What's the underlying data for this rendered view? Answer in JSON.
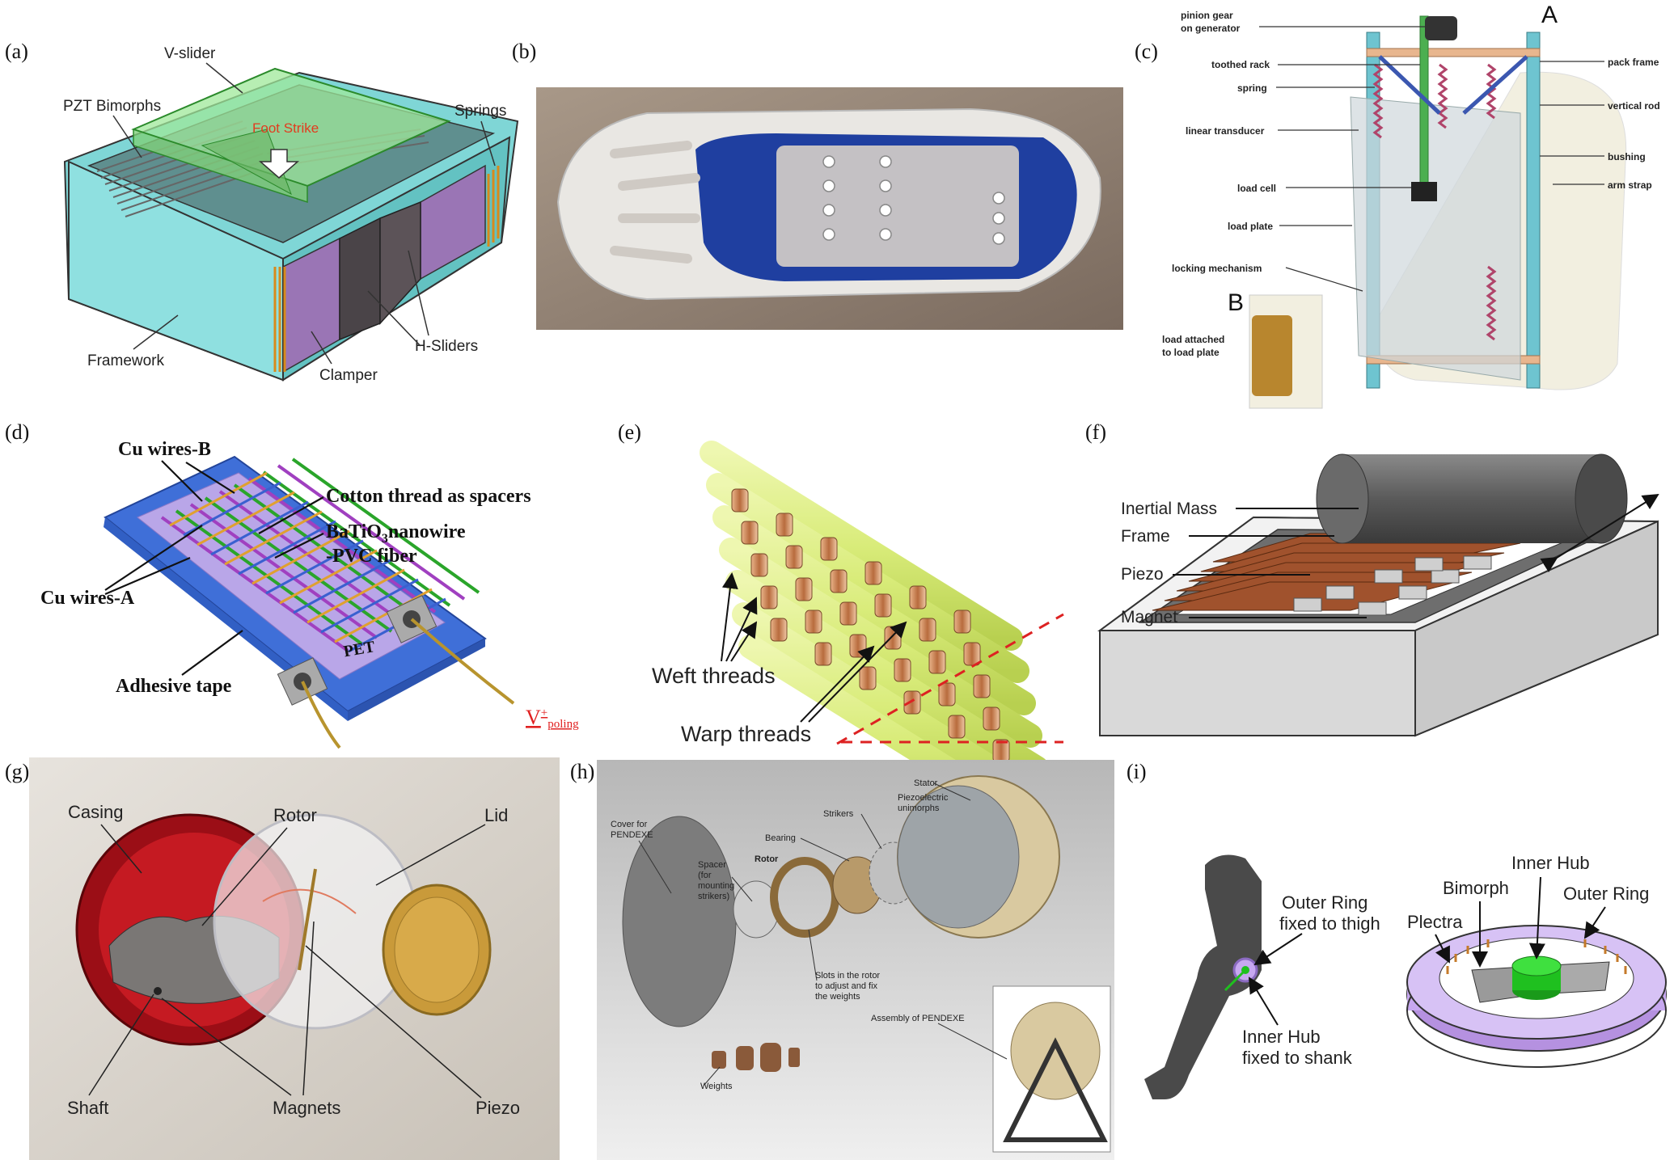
{
  "panels": {
    "a": {
      "letter": "(a)",
      "labels": {
        "v_slider": "V-slider",
        "pzt_bimorphs": "PZT Bimorphs",
        "foot_strike": "Foot Strike",
        "springs": "Springs",
        "framework": "Framework",
        "clamper": "Clamper",
        "h_sliders": "H-Sliders"
      }
    },
    "b": {
      "letter": "(b)"
    },
    "c": {
      "letter": "(c)",
      "labels": {
        "A": "A",
        "B": "B",
        "pinion_gear_1": "pinion gear",
        "pinion_gear_2": "on generator",
        "toothed_rack": "toothed rack",
        "spring": "spring",
        "linear_transducer": "linear transducer",
        "load_cell": "load cell",
        "load_plate": "load plate",
        "locking_mechanism": "locking mechanism",
        "load_attached_1": "load attached",
        "load_attached_2": "to load plate",
        "pack_frame": "pack frame",
        "vertical_rod": "vertical rod",
        "bushing": "bushing",
        "arm_strap": "arm strap"
      }
    },
    "d": {
      "letter": "(d)",
      "labels": {
        "cu_wires_b": "Cu wires-B",
        "cotton_thread": "Cotton thread as spacers",
        "batio3_1": "BaTiO",
        "batio3_sub": "3",
        "batio3_2": "nanowire",
        "pvc_fiber": "-PVC fiber",
        "cu_wires_a": "Cu wires-A",
        "pet": "PET",
        "adhesive_tape": "Adhesive tape",
        "v_poling_v": "V",
        "v_poling_sup": "+",
        "v_poling_sub": "poling"
      }
    },
    "e": {
      "letter": "(e)",
      "labels": {
        "weft": "Weft threads",
        "warp": "Warp threads"
      }
    },
    "f": {
      "letter": "(f)",
      "labels": {
        "inertial_mass": "Inertial Mass",
        "frame": "Frame",
        "piezo": "Piezo",
        "magnet": "Magnet"
      }
    },
    "g": {
      "letter": "(g)",
      "labels": {
        "casing": "Casing",
        "rotor": "Rotor",
        "lid": "Lid",
        "shaft": "Shaft",
        "magnets": "Magnets",
        "piezo": "Piezo"
      }
    },
    "h": {
      "letter": "(h)",
      "labels": {
        "stator": "Stator",
        "piezo_unimorphs_1": "Piezoelectric",
        "piezo_unimorphs_2": "unimorphs",
        "strikers": "Strikers",
        "bearing": "Bearing",
        "cover_1": "Cover for",
        "cover_2": "PENDEXE",
        "spacer_1": "Spacer",
        "spacer_2": "(for",
        "spacer_3": "mounting",
        "spacer_4": "strikers)",
        "rotor": "Rotor",
        "slots_1": "Slots in the rotor",
        "slots_2": "to adjust and fix",
        "slots_3": "the weights",
        "assembly": "Assembly of PENDEXE",
        "weights": "Weights"
      }
    },
    "i": {
      "letter": "(i)",
      "labels": {
        "outer_ring_thigh_1": "Outer Ring",
        "outer_ring_thigh_2": "fixed to thigh",
        "inner_hub_shank_1": "Inner Hub",
        "inner_hub_shank_2": "fixed to shank",
        "inner_hub": "Inner Hub",
        "bimorph": "Bimorph",
        "outer_ring": "Outer Ring",
        "plectra": "Plectra"
      }
    }
  },
  "colors": {
    "framework_cyan": "#7fd6d6",
    "slider_green": "#9fe89a",
    "foot_strike_red": "#e23b1e",
    "shoe_insole_blue": "#1f3fa0",
    "batio3_pet_blue": "#3f6fd8",
    "warp_yellow": "#d9ec7a",
    "copper": "#b86b3d",
    "inertial_mass_gray": "#5a5a5a",
    "casing_red": "#b0141c",
    "coin_gold": "#c99a3a",
    "ring_lavender": "#c7a8f0",
    "hub_green": "#1fc01f"
  }
}
